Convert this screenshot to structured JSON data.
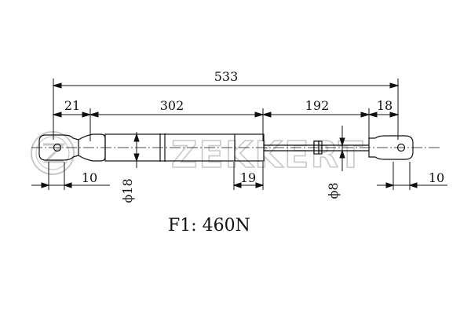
{
  "drawing": {
    "dimensions": {
      "total_length": "533",
      "eye_left": "21",
      "cylinder": "302",
      "rod": "192",
      "eye_right": "18",
      "end_left": "10",
      "sleeve": "19",
      "end_right": "10",
      "cylinder_diameter": "ϕ18",
      "rod_diameter": "ϕ8"
    },
    "force_label": "F1: 460N",
    "watermark": {
      "brand_text": "ZEKKERT"
    }
  }
}
